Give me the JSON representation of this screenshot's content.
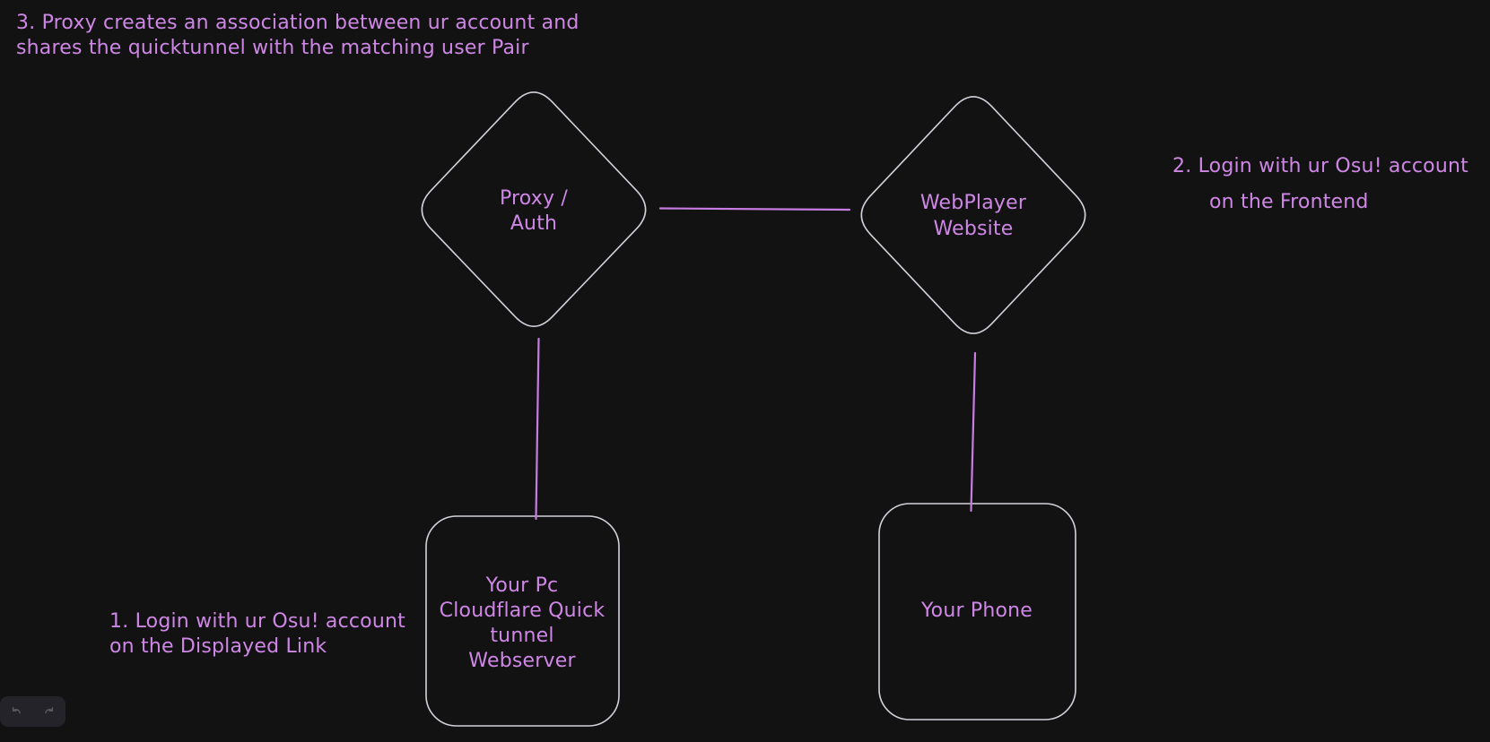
{
  "canvas": {
    "background_color": "#121213",
    "shape_stroke_color": "#d2d2da",
    "text_color": "#cf87e6",
    "connector_color": "#c77ce2"
  },
  "notes": {
    "step3": "3. Proxy creates an association between ur account and\nshares the quicktunnel with the matching user Pair",
    "step2_line1": "2. Login with ur Osu! account",
    "step2_line2": "on the Frontend",
    "step1": "1. Login with ur Osu! account\non the Displayed Link"
  },
  "nodes": {
    "proxy_auth": {
      "shape": "diamond",
      "label": "Proxy /\nAuth"
    },
    "webplayer": {
      "shape": "diamond",
      "label": "WebPlayer\nWebsite"
    },
    "your_pc": {
      "shape": "rounded-rectangle",
      "label": "Your Pc\nCloudflare Quick\ntunnel\nWebserver"
    },
    "your_phone": {
      "shape": "rounded-rectangle",
      "label": "Your Phone"
    }
  },
  "edges": [
    {
      "from": "proxy_auth",
      "to": "webplayer"
    },
    {
      "from": "proxy_auth",
      "to": "your_pc"
    },
    {
      "from": "webplayer",
      "to": "your_phone"
    }
  ],
  "toolbar": {
    "icons": [
      "undo-arrow",
      "redo-arrow"
    ]
  }
}
